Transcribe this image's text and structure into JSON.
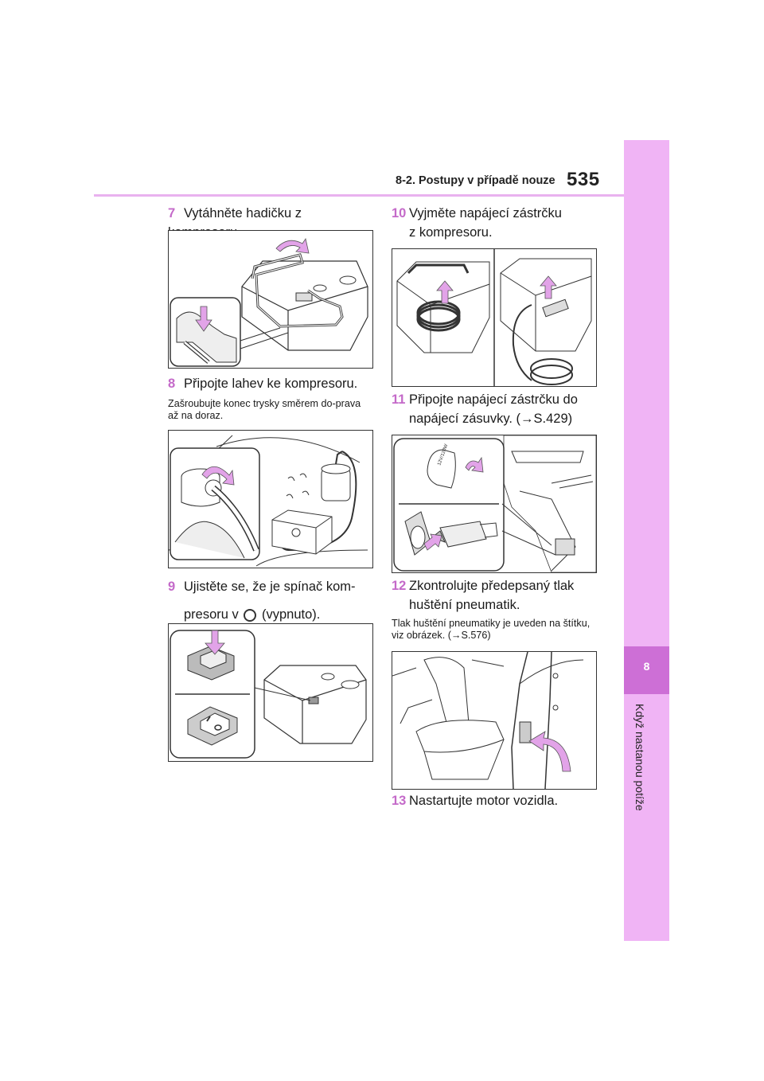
{
  "header": {
    "section_title": "8-2. Postupy v případě nouze",
    "page_number": "535"
  },
  "side_tab": {
    "chapter_number": "8",
    "chapter_title": "Když nastanou potíže",
    "color_light": "#f0b4f5",
    "color_dark": "#cd6fd6"
  },
  "accent_color": "#c46ac9",
  "steps": {
    "s7": {
      "num": "7",
      "text": "Vytáhněte hadičku z kompresoru."
    },
    "s8": {
      "num": "8",
      "text": "Připojte lahev ke kompresoru.",
      "note": "Zašroubujte konec trysky směrem do-prava až na doraz."
    },
    "s9": {
      "num": "9",
      "line1": "Ujistěte se, že je spínač kom-",
      "line2_before": "presoru v",
      "line2_after": "(vypnuto).",
      "icon": "power-off-icon"
    },
    "s10": {
      "num": "10",
      "line1": "Vyjměte napájecí zástrčku",
      "line2": "z kompresoru."
    },
    "s11": {
      "num": "11",
      "line1": "Připojte napájecí zástrčku do",
      "line2": "napájecí zásuvky. (→S.429)"
    },
    "s12": {
      "num": "12",
      "line1": "Zkontrolujte předepsaný tlak",
      "line2": "huštění pneumatik.",
      "note": "Tlak huštění pneumatiky je uveden na štítku, viz obrázek. (→S.576)"
    },
    "s13": {
      "num": "13",
      "text": "Nastartujte motor vozidla."
    }
  },
  "figures": {
    "fig_socket_label": "12V/120W"
  }
}
